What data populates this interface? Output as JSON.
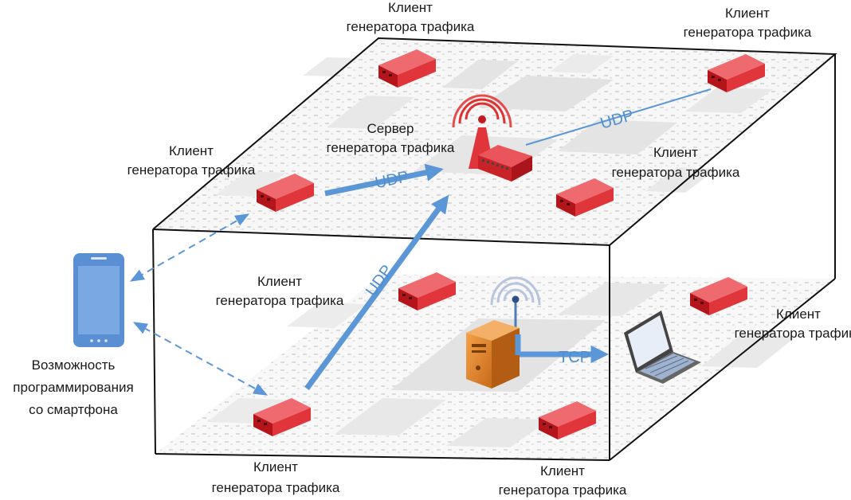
{
  "colors": {
    "device_red": "#e0353b",
    "device_red_dark": "#b3151b",
    "arrow_blue": "#5b97d6",
    "phone_blue": "#5b8fd4",
    "server_orange": "#e58a2c",
    "box_edge": "#111111",
    "tile_gray": "#e4e4e4",
    "antenna_red": "#e03030",
    "antenna_blue": "#4f79b8"
  },
  "labels": {
    "client_line1": "Клиент",
    "client_line2": "генератора трафика",
    "server_line1": "Сервер",
    "server_line2": "генератора трафика",
    "phone_line1": "Возможность",
    "phone_line2": "программирования",
    "phone_line3": "со смартфона"
  },
  "protocols": {
    "udp_top": "UDP",
    "udp_left": "UDP",
    "udp_diag": "UDP",
    "tcp": "TCP"
  }
}
